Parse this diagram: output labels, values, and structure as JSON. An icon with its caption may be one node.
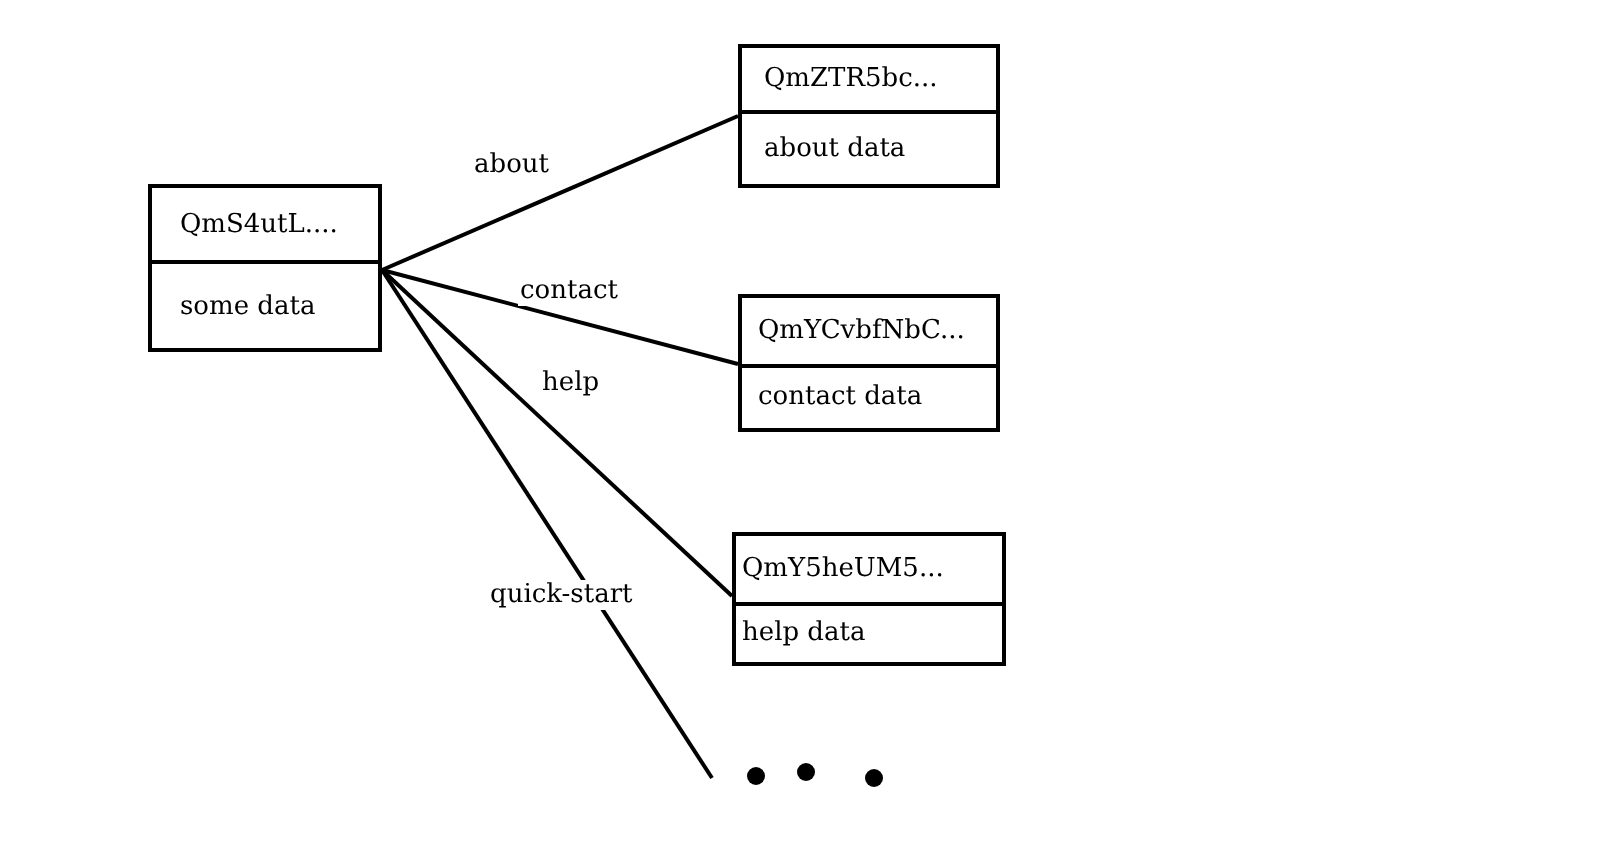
{
  "diagram": {
    "nodes": [
      {
        "text": [
          "QmS4utL....",
          "some data"
        ]
      },
      {
        "text": [
          "QmZTR5bc...",
          "about data"
        ]
      },
      {
        "text": [
          "QmYCvbfNbC...",
          "contact data"
        ]
      },
      {
        "text": [
          "QmY5heUM5...",
          "help data"
        ]
      }
    ],
    "edges": [
      {
        "from": 0,
        "to": 1,
        "arrow": "none",
        "label": "about"
      },
      {
        "from": 0,
        "to": 2,
        "arrow": "none",
        "label": "contact"
      },
      {
        "from": 0,
        "to": 3,
        "arrow": "none",
        "label": "help"
      },
      {
        "from": 0,
        "to": null,
        "arrow": "none",
        "label": "quick-start"
      }
    ]
  }
}
